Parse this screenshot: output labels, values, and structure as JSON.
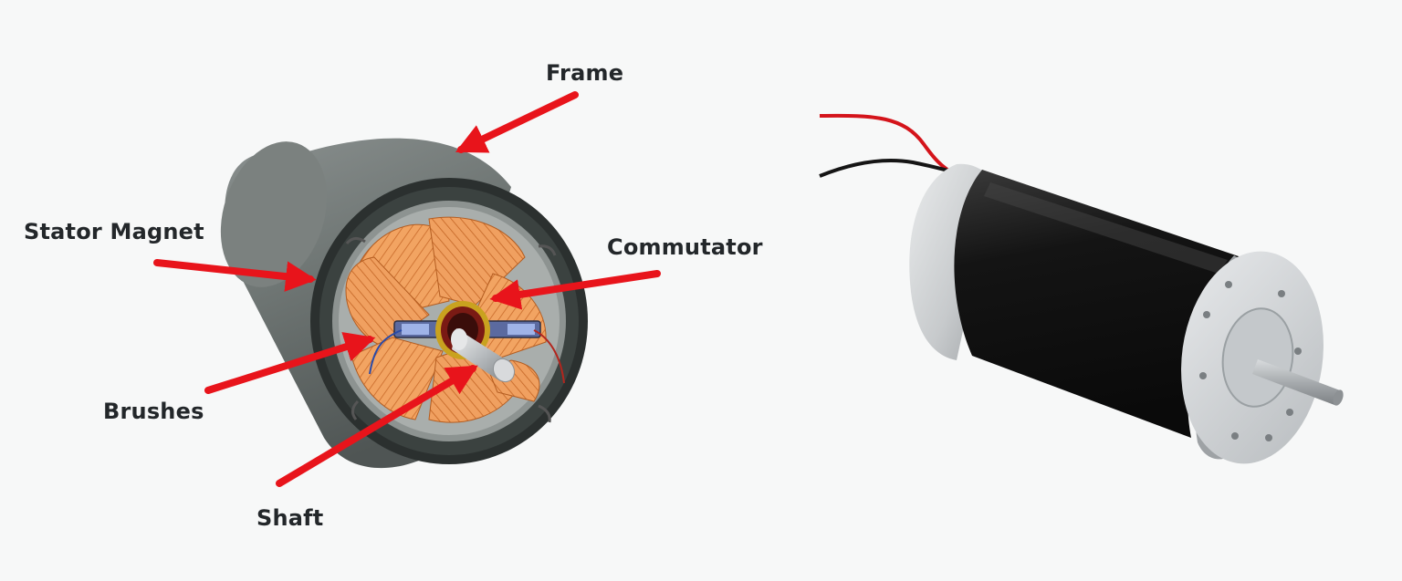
{
  "labels": {
    "frame": "Frame",
    "stator_magnet": "Stator Magnet",
    "commutator": "Commutator",
    "brushes": "Brushes",
    "shaft": "Shaft"
  },
  "colors": {
    "background": "#f7f8f8",
    "arrow": "#e8141b",
    "label_text": "#23272a",
    "frame_gray": "#6e7573",
    "winding_orange": "#f0a060",
    "motor_black": "#161616",
    "aluminum": "#c9ccce",
    "commutator_gold": "#c9a21f"
  }
}
